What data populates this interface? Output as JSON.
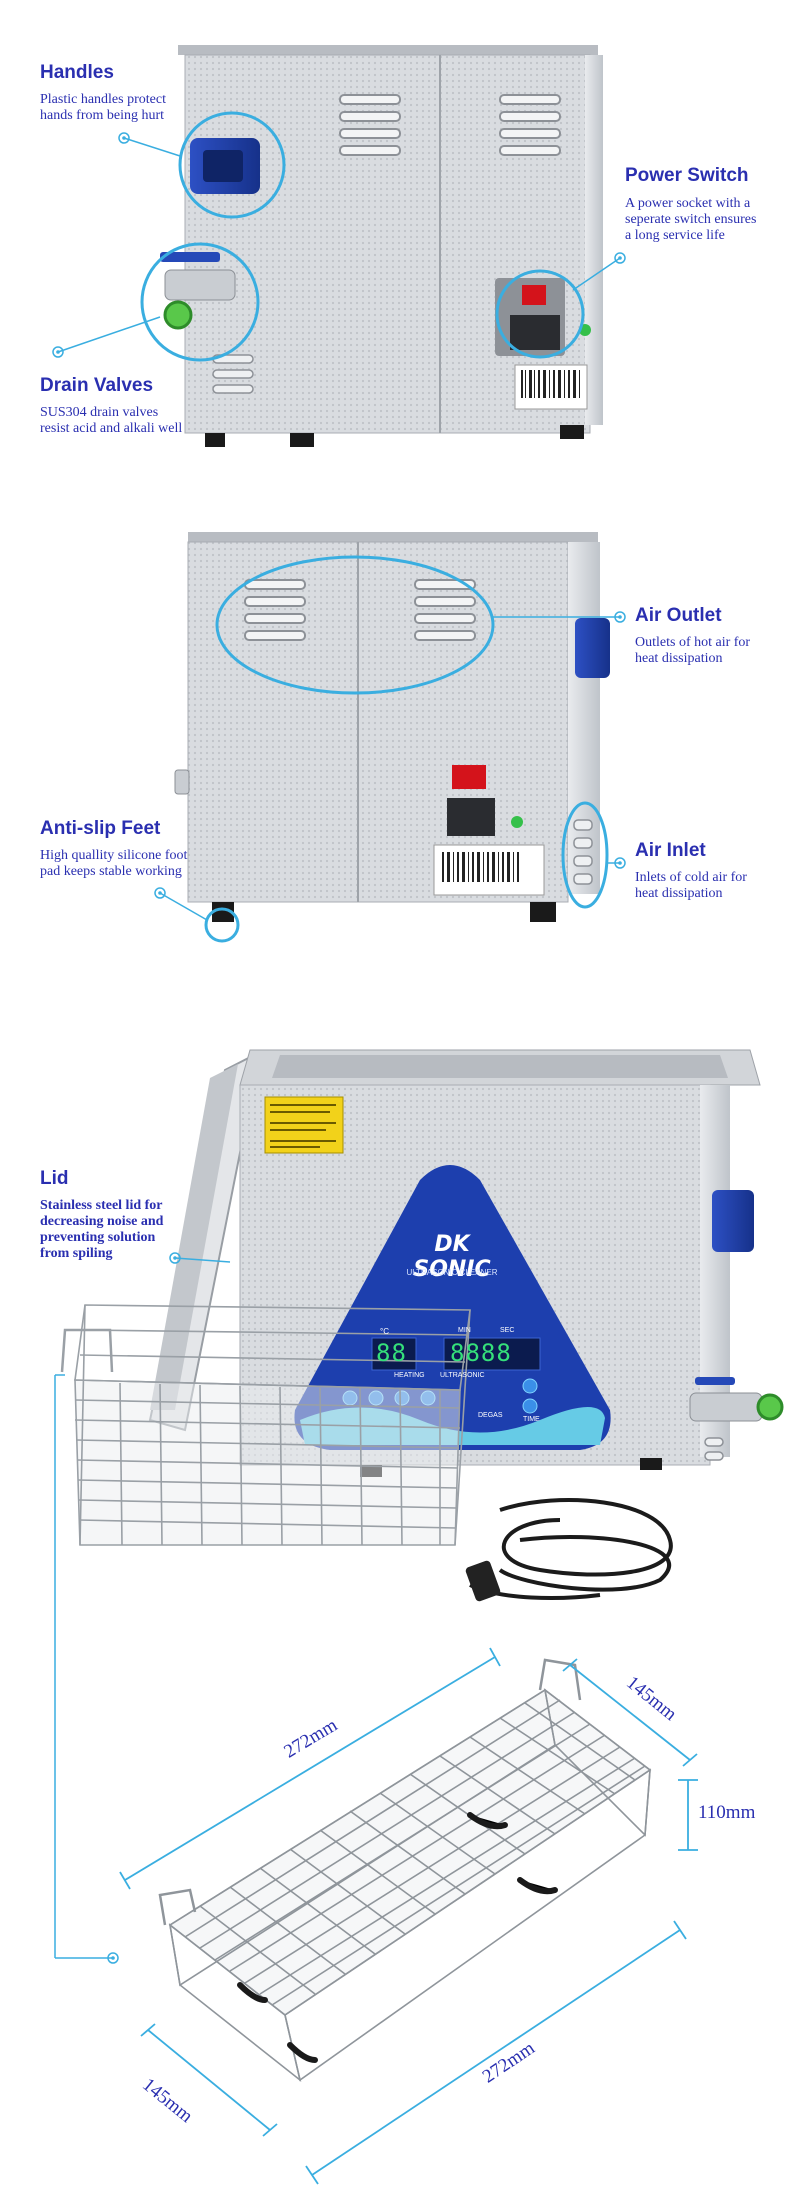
{
  "colors": {
    "callout": "#2a2fb0",
    "ring": "#3aaee0",
    "steel": "#cfd3d8",
    "handle": "#1e3fa6",
    "panel": "#1d3fae"
  },
  "callouts": {
    "handles": {
      "title": "Handles",
      "text": "Plastic handles protect\nhands from being hurt"
    },
    "drain": {
      "title": "Drain Valves",
      "text": "SUS304 drain valves\nresist acid and alkali well"
    },
    "power": {
      "title": "Power Switch",
      "text": "A power socket with a\nseperate switch ensures\na long service life"
    },
    "air_outlet": {
      "title": "Air Outlet",
      "text": "Outlets of hot air for\nheat dissipation"
    },
    "feet": {
      "title": "Anti-slip Feet",
      "text": "High quallity silicone foot\npad keeps stable working"
    },
    "air_inlet": {
      "title": "Air Inlet",
      "text": "Inlets of cold air for\nheat dissipation"
    },
    "lid": {
      "title": "Lid",
      "text": "Stainless steel lid for\ndecreasing noise and\npreventing solution\nfrom spiling"
    }
  },
  "panel": {
    "brand": "DK SONIC",
    "subtitle": "ULTRASONIC CLEANER",
    "heating_label": "HEATING",
    "ultrasonic_label": "ULTRASONIC",
    "temp_unit": "°C",
    "min_label": "MIN",
    "sec_label": "SEC",
    "temp_display": "88",
    "time_display": "8888",
    "degas_label": "DEGAS",
    "time_label": "TIME"
  },
  "dimensions": {
    "length_top": "272mm",
    "width_top": "145mm",
    "height": "110mm",
    "length_bottom": "272mm",
    "width_bottom": "145mm"
  },
  "icons": [
    "vent-icon",
    "rocker-switch-icon",
    "power-socket-icon",
    "barcode-icon",
    "warning-label-icon"
  ]
}
